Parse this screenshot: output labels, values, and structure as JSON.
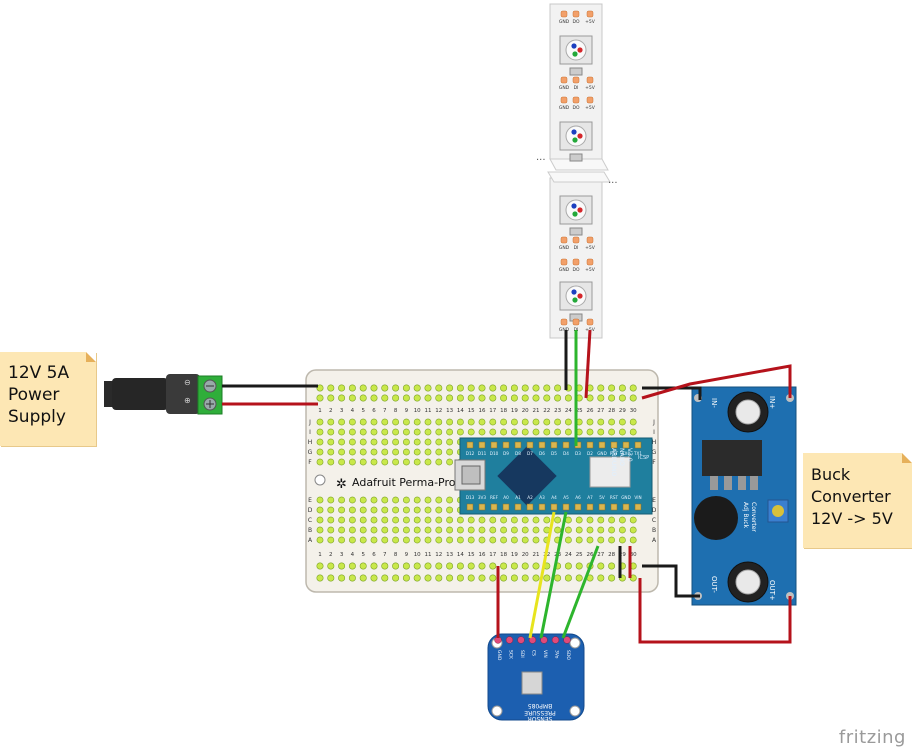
{
  "notes": {
    "power_supply": {
      "lines": [
        "12V 5A",
        "Power",
        "Supply"
      ]
    },
    "buck_converter": {
      "lines": [
        "Buck",
        "Converter",
        "12V -> 5V"
      ]
    }
  },
  "branding": {
    "app_name": "fritzing"
  },
  "perma_proto": {
    "label": "Adafruit Perma-Proto",
    "rows_top": [
      "J",
      "I",
      "H",
      "G",
      "F"
    ],
    "rows_bottom": [
      "E",
      "D",
      "C",
      "B",
      "A"
    ],
    "columns": 30
  },
  "arduino": {
    "labels": [
      "ARDUINO",
      "NANO",
      "V3.0"
    ],
    "top_pins": [
      "D12",
      "D11",
      "D10",
      "D9",
      "D8",
      "D7",
      "D6",
      "D5",
      "D4",
      "D3",
      "D2",
      "GND",
      "RST",
      "RX0",
      "TX1"
    ],
    "bottom_pins": [
      "D13",
      "3V3",
      "REF",
      "A0",
      "A1",
      "A2",
      "A3",
      "A4",
      "A5",
      "A6",
      "A7",
      "5V",
      "RST",
      "GND",
      "VIN"
    ],
    "icsp_label": "ICSP"
  },
  "led_strip": {
    "pad_labels": [
      "GND",
      "DI",
      "+5V"
    ],
    "pad_labels_out": [
      "GND",
      "DO",
      "+5V"
    ]
  },
  "buck": {
    "labels": [
      "IN-",
      "IN+",
      "OUT-",
      "OUT+",
      "Adj Buck",
      "Converter"
    ]
  },
  "sensor": {
    "pins": [
      "GND",
      "SCK",
      "SDI",
      "CS",
      "VIN",
      "3Vo",
      "SDO"
    ],
    "labels": [
      "BMP085",
      "PRESSURE",
      "SENSOR"
    ]
  },
  "colors": {
    "wire_red": "#b5121b",
    "wire_black": "#1a1a1a",
    "wire_green": "#2db52d",
    "wire_yellow": "#e7e41e",
    "board_blue": "#1e6fb0",
    "nano_teal": "#1f7f9e",
    "strip_white": "#f2f2f2",
    "note_bg": "#fde7b4"
  }
}
